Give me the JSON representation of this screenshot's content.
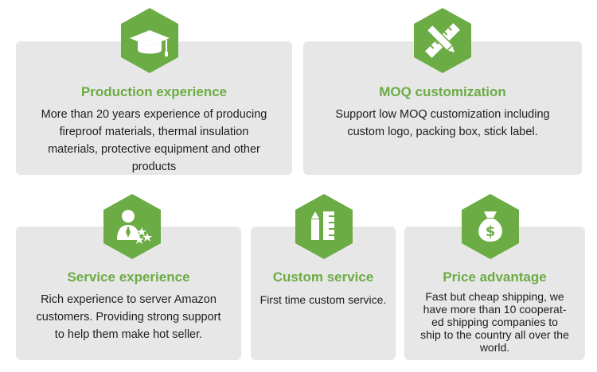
{
  "accent_color": "#6cac44",
  "card_color": "#e7e7e7",
  "cards": [
    {
      "icon": "graduation-cap-icon",
      "title": "Production experience",
      "lines": [
        "More than 20 years experience of producing",
        "fireproof materials, thermal insulation",
        "materials, protective equipment and other",
        "products"
      ]
    },
    {
      "icon": "pencil-ruler-icon",
      "title": "MOQ customization",
      "lines": [
        "Support low MOQ customization including",
        "custom logo, packing box, stick label."
      ]
    },
    {
      "icon": "user-stars-icon",
      "title": "Service experience",
      "lines": [
        "Rich experience to server Amazon",
        "customers. Providing strong support",
        "to help them make hot seller."
      ]
    },
    {
      "icon": "pencil-ruler-icon",
      "title": "Custom service",
      "lines": [
        "First time custom service."
      ]
    },
    {
      "icon": "money-bag-icon",
      "title": "Price advantage",
      "lines": [
        "Fast but cheap shipping, we",
        "have more than 10 cooperat-",
        "ed shipping companies to",
        "ship to the country all over the",
        "world."
      ]
    }
  ]
}
